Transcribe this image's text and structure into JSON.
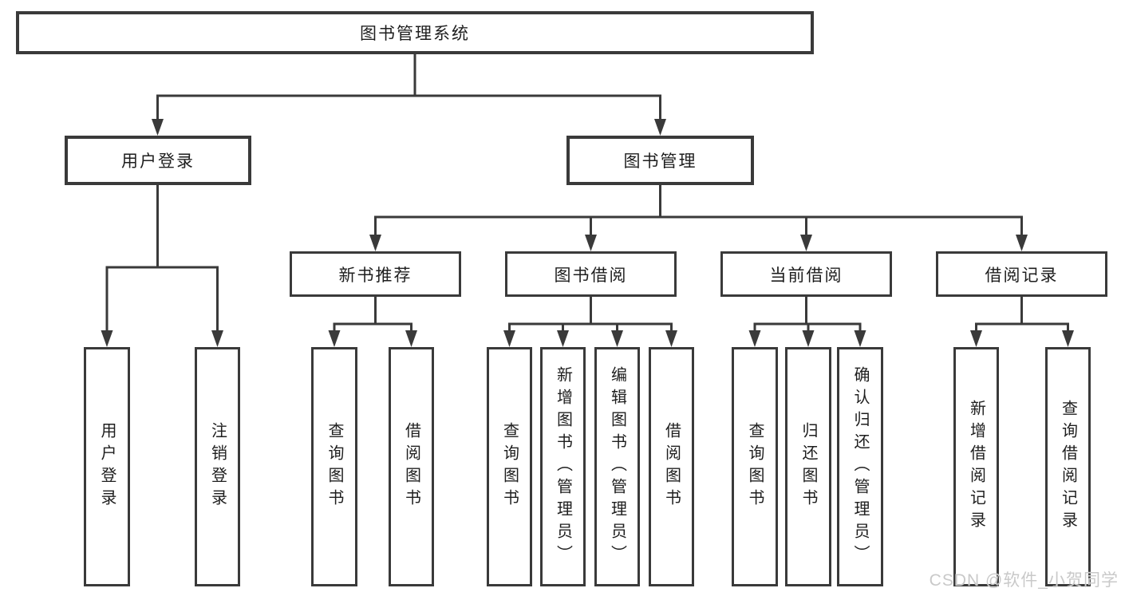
{
  "nodes": {
    "root": "图书管理系统",
    "user_login": "用户登录",
    "book_mgmt": "图书管理",
    "new_book_rec": "新书推荐",
    "book_borrow": "图书借阅",
    "current_borrow": "当前借阅",
    "borrow_records": "借阅记录"
  },
  "leaves": {
    "user_login": "用户登录",
    "logout": "注销登录",
    "rec_query": "查询图书",
    "rec_borrow": "借阅图书",
    "borrow_query": "查询图书",
    "borrow_add": "新增图书（管理员）",
    "borrow_edit": "编辑图书（管理员）",
    "borrow_borrow": "借阅图书",
    "current_query": "查询图书",
    "current_return": "归还图书",
    "current_confirm": "确认归还（管理员）",
    "records_add": "新增借阅记录",
    "records_query": "查询借阅记录"
  },
  "watermark": "CSDN @软件_小贺同学",
  "colors": {
    "line": "#3a3a3a",
    "text": "#1e1e1e",
    "watermark": "#c9c9c9",
    "background": "#ffffff"
  }
}
